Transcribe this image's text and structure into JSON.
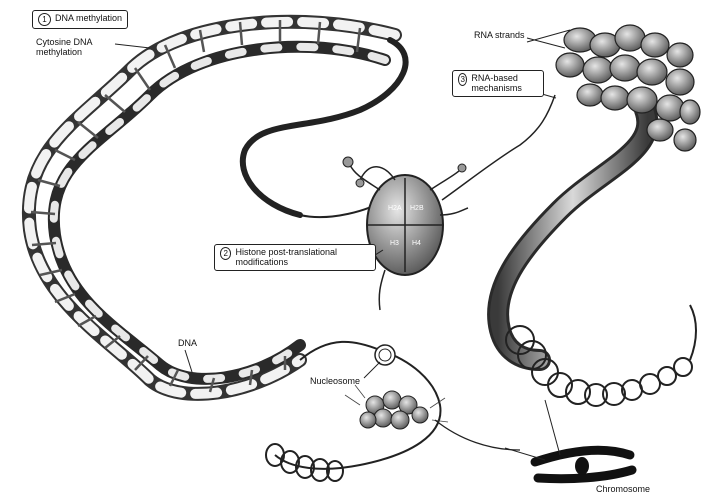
{
  "labels": {
    "dna_methylation": {
      "number": "1",
      "text": "DNA methylation"
    },
    "cytosine_methylation": "Cytosine DNA methylation",
    "rna_strands": "RNA strands",
    "rna_mechanisms": {
      "number": "3",
      "text": "RNA-based mechanisms"
    },
    "histone_mods": {
      "number": "2",
      "text": "Histone post-translational modifications"
    },
    "dna": "DNA",
    "nucleosome": "Nucleosome",
    "chromosome": "Chromosome"
  },
  "histone_subunits": [
    "H2A",
    "H2B",
    "H3",
    "H4"
  ]
}
